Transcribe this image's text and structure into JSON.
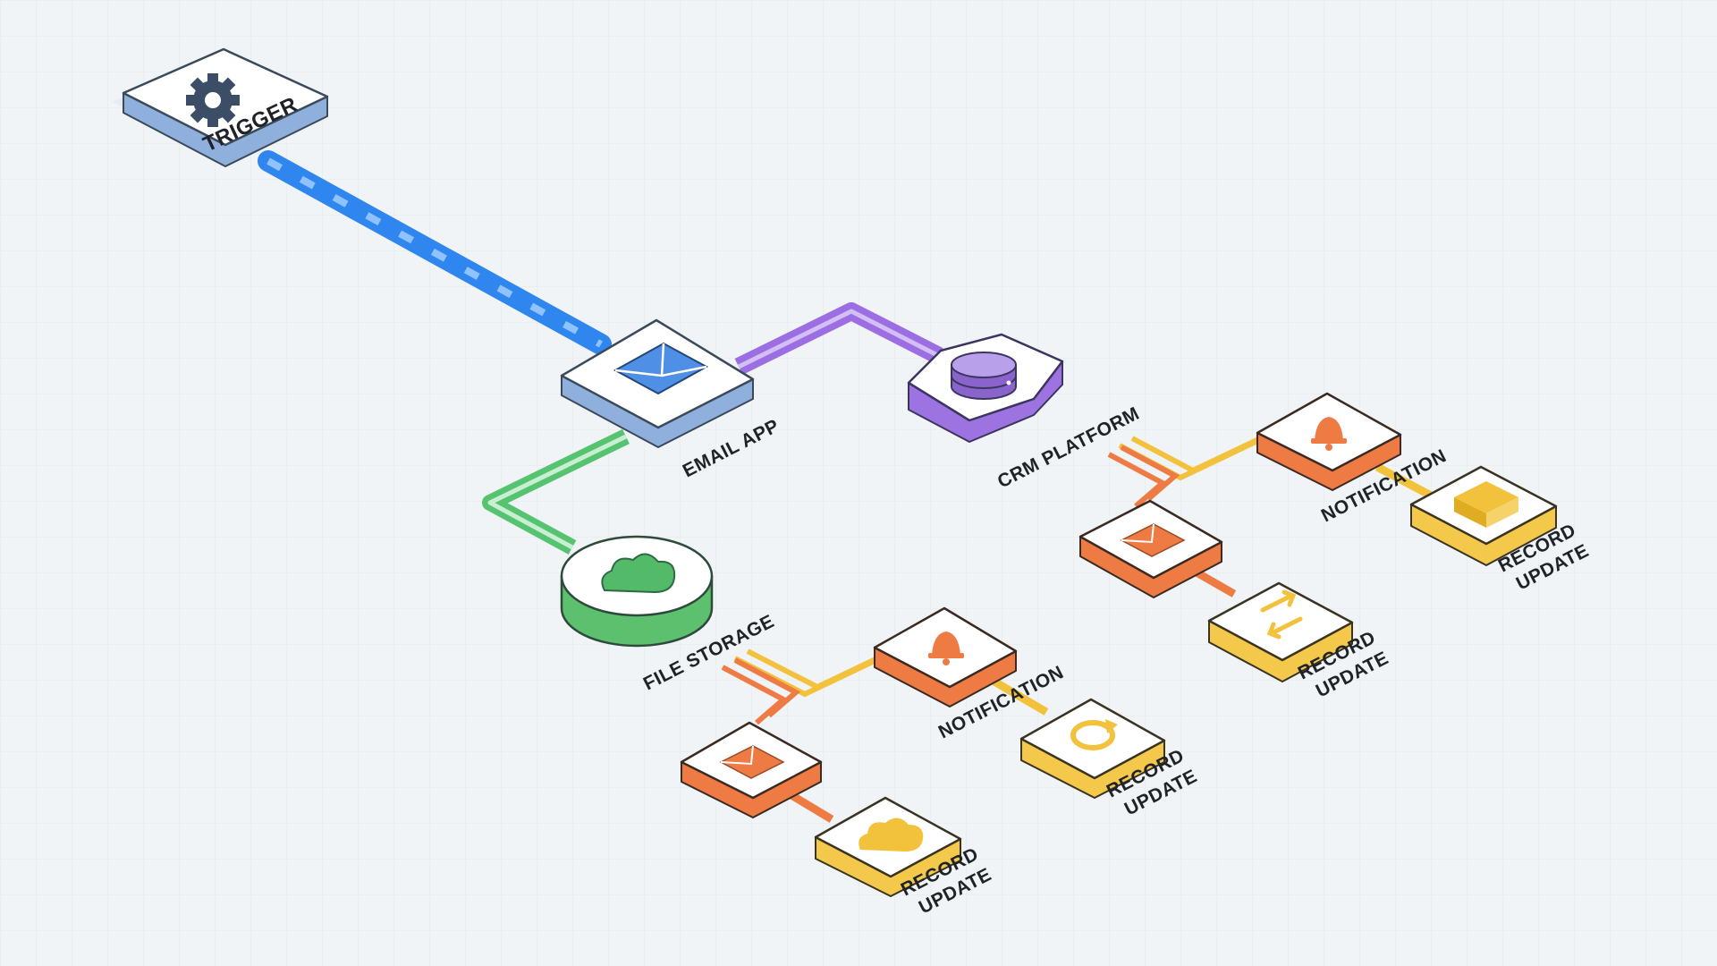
{
  "nodes": {
    "trigger": {
      "label": "TRIGGER",
      "icon": "gear-icon"
    },
    "email_app": {
      "label": "EMAIL APP",
      "icon": "envelope-icon"
    },
    "crm_platform": {
      "label": "CRM PLATFORM",
      "icon": "database-icon"
    },
    "file_storage": {
      "label": "FILE STORAGE",
      "icon": "cloud-icon"
    },
    "crm_notification": {
      "label": "NOTIFICATION",
      "icon": "bell-icon"
    },
    "crm_email": {
      "icon": "envelope-icon"
    },
    "crm_record_box": {
      "label_1": "RECORD",
      "label_2": "UPDATE",
      "icon": "archive-box-icon"
    },
    "crm_record_sync": {
      "label_1": "RECORD",
      "label_2": "UPDATE",
      "icon": "sync-arrows-icon"
    },
    "fs_notification": {
      "label": "NOTIFICATION",
      "icon": "bell-icon"
    },
    "fs_email": {
      "icon": "envelope-icon"
    },
    "fs_record_refresh": {
      "label_1": "RECORD",
      "label_2": "UPDATE",
      "icon": "refresh-icon"
    },
    "fs_record_cloud": {
      "label_1": "RECORD",
      "label_2": "UPDATE",
      "icon": "cloud-icon"
    }
  },
  "colors": {
    "background": "#f1f4f6",
    "trigger_side": "#8fb0dd",
    "blue_connector": "#2f86ef",
    "purple_connector": "#9b6ee3",
    "green_connector": "#55c36f",
    "yellow_connector": "#f2c23c",
    "orange_connector": "#ee7b43",
    "orange_side": "#ee7b43",
    "yellow_side": "#f4c84a",
    "purple_side": "#9c73e0",
    "green_side": "#5cc06f"
  }
}
